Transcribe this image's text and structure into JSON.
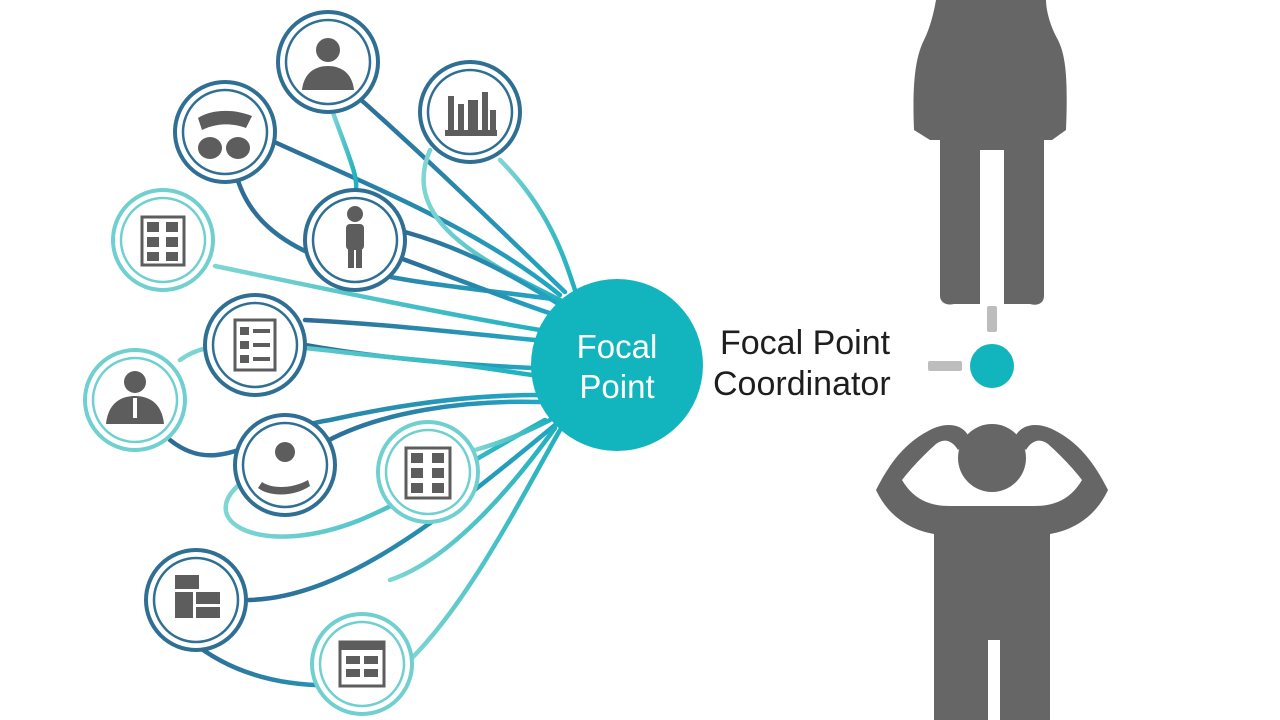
{
  "focal": {
    "line1": "Focal",
    "line2": "Point"
  },
  "coordinator": {
    "line1": "Focal Point",
    "line2": "Coordinator"
  },
  "nodes": [
    {
      "id": "n-top-person",
      "icon": "person-bust-icon",
      "ring": "dark"
    },
    {
      "id": "n-stones",
      "icon": "stones-icon",
      "ring": "dark"
    },
    {
      "id": "n-building",
      "icon": "building-icon",
      "ring": "dark"
    },
    {
      "id": "n-grid-left",
      "icon": "grid-document-icon",
      "ring": "light"
    },
    {
      "id": "n-standing",
      "icon": "standing-person-icon",
      "ring": "dark"
    },
    {
      "id": "n-checklist",
      "icon": "checklist-icon",
      "ring": "dark"
    },
    {
      "id": "n-suit-person",
      "icon": "person-suit-icon",
      "ring": "light"
    },
    {
      "id": "n-hand-person",
      "icon": "person-hand-icon",
      "ring": "dark"
    },
    {
      "id": "n-grid-right",
      "icon": "grid-document-icon",
      "ring": "light"
    },
    {
      "id": "n-blocks",
      "icon": "blocks-icon",
      "ring": "dark"
    },
    {
      "id": "n-panel",
      "icon": "panel-document-icon",
      "ring": "light"
    }
  ],
  "colors": {
    "focal_fill": "#12b5bd",
    "dark_ring": "#2f6f93",
    "light_ring": "#6fd0cf",
    "icon_gray": "#5d5d5d",
    "figure_gray": "#666666",
    "connector_gray": "#bdbdbd",
    "teal_dot": "#12b5bd"
  }
}
